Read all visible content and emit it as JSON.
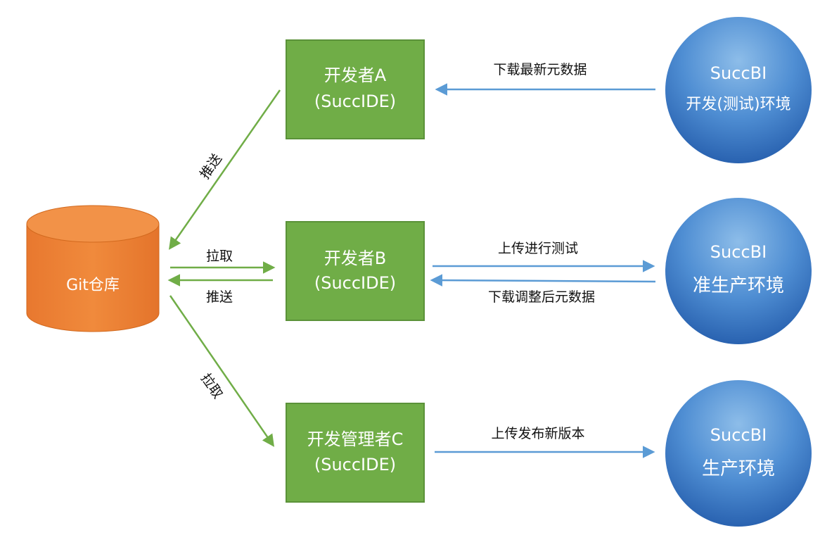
{
  "repository": {
    "label": "Git仓库",
    "color": "#ed7d31"
  },
  "developers": [
    {
      "id": "dev-a",
      "name": "开发者A",
      "tool": "(SuccIDE)"
    },
    {
      "id": "dev-b",
      "name": "开发者B",
      "tool": "(SuccIDE)"
    },
    {
      "id": "dev-c",
      "name": "开发管理者C",
      "tool": "(SuccIDE)"
    }
  ],
  "environments": [
    {
      "id": "env-dev",
      "name": "SuccBI",
      "env": "开发(测试)环境"
    },
    {
      "id": "env-staging",
      "name": "SuccBI",
      "env": "准生产环境"
    },
    {
      "id": "env-prod",
      "name": "SuccBI",
      "env": "生产环境"
    }
  ],
  "edges": {
    "dev_a_to_git": "推送",
    "git_to_dev_b": "拉取",
    "dev_b_to_git": "推送",
    "git_to_dev_c": "拉取",
    "env_dev_to_dev_a": "下载最新元数据",
    "dev_b_to_env_staging": "上传进行测试",
    "env_staging_to_dev_b": "下载调整后元数据",
    "dev_c_to_env_prod": "上传发布新版本"
  },
  "colors": {
    "developer_box": "#70ad47",
    "developer_border": "#5b9239",
    "environment_circle_light": "#7fb2e5",
    "environment_circle_dark": "#2e6fbd",
    "green_arrow": "#70ad47",
    "blue_arrow": "#5b9bd5"
  }
}
